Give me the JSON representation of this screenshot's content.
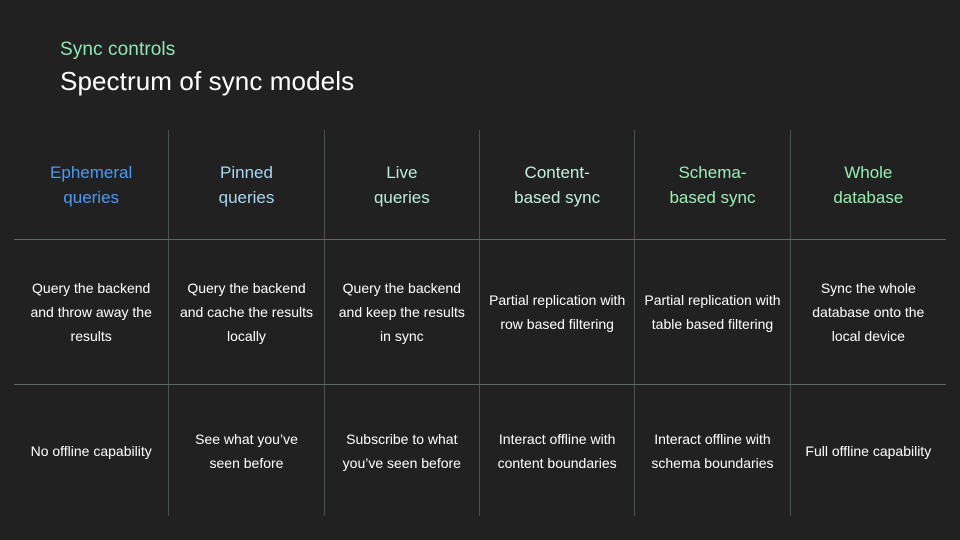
{
  "slide": {
    "eyebrow": "Sync controls",
    "title": "Spectrum of sync models",
    "background_color": "#212121",
    "rule_color": "#5c6a66",
    "divider_color": "#48534f"
  },
  "matrix": {
    "columns": [
      {
        "header": "Ephemeral\nqueries",
        "header_line1": "Ephemeral",
        "header_line2": "queries",
        "header_color": "#4a9af5",
        "description": "Query the backend and throw away the results",
        "capability": "No offline capability"
      },
      {
        "header": "Pinned\nqueries",
        "header_line1": "Pinned",
        "header_line2": "queries",
        "header_color": "#a8d8f0",
        "description": "Query the backend and cache the results locally",
        "capability": "See what you’ve seen before"
      },
      {
        "header": "Live\nqueries",
        "header_line1": "Live",
        "header_line2": "queries",
        "header_color": "#b9ead8",
        "description": "Query the backend and keep the results in sync",
        "capability": "Subscribe to what you’ve seen before"
      },
      {
        "header": "Content-\nbased sync",
        "header_line1": "Content-",
        "header_line2": "based sync",
        "header_color": "#c2f0dd",
        "description": "Partial replication with row based filtering",
        "capability": "Interact offline with content boundaries"
      },
      {
        "header": "Schema-\nbased sync",
        "header_line1": "Schema-",
        "header_line2": "based sync",
        "header_color": "#9ceeb8",
        "description": "Partial replication with table based filtering",
        "capability": "Interact offline with schema boundaries"
      },
      {
        "header": "Whole\ndatabase",
        "header_line1": "Whole",
        "header_line2": "database",
        "header_color": "#95eeb0",
        "description": "Sync the whole database onto the local device",
        "capability": "Full offline capability"
      }
    ]
  }
}
